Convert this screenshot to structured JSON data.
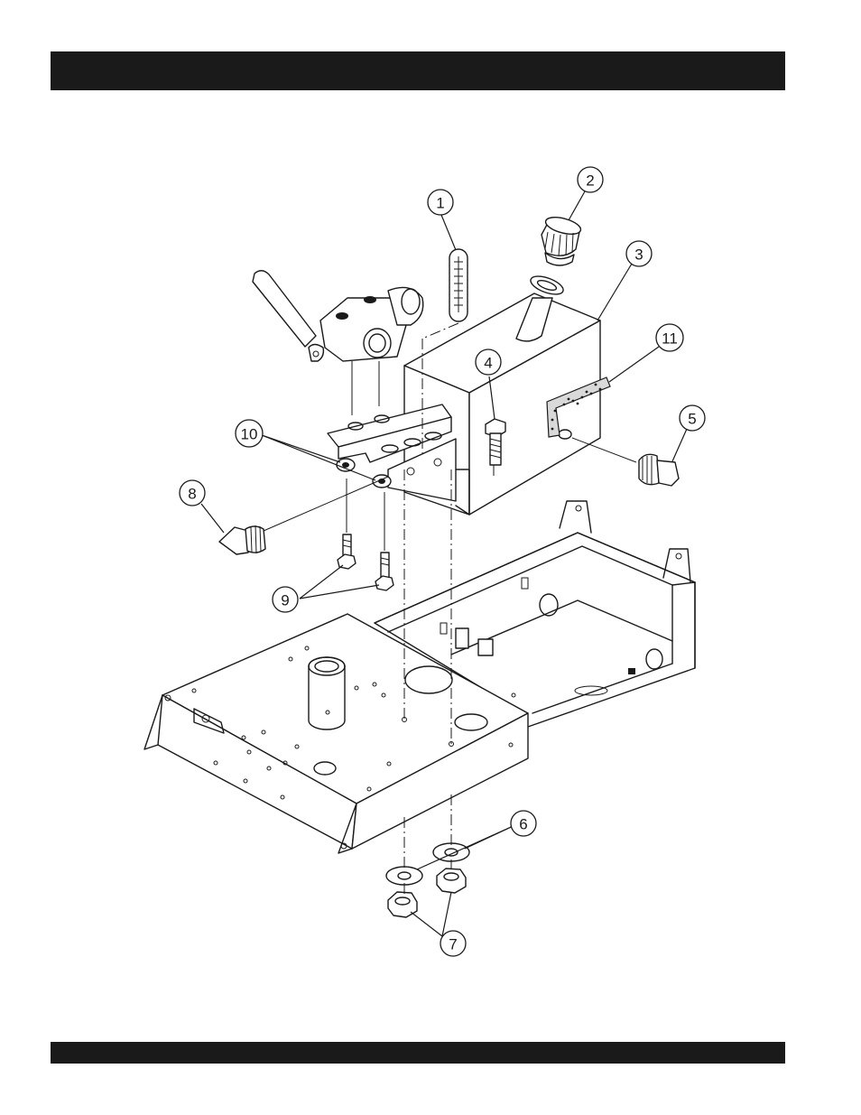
{
  "header_bar": {
    "color": "#1a1a1a"
  },
  "footer_bar": {
    "color": "#1a1a1a"
  },
  "callouts": [
    {
      "id": "callout-1",
      "label": "1"
    },
    {
      "id": "callout-2",
      "label": "2"
    },
    {
      "id": "callout-3",
      "label": "3"
    },
    {
      "id": "callout-4",
      "label": "4"
    },
    {
      "id": "callout-5",
      "label": "5"
    },
    {
      "id": "callout-6",
      "label": "6"
    },
    {
      "id": "callout-7",
      "label": "7"
    },
    {
      "id": "callout-8",
      "label": "8"
    },
    {
      "id": "callout-9",
      "label": "9"
    },
    {
      "id": "callout-10",
      "label": "10"
    },
    {
      "id": "callout-11",
      "label": "11"
    }
  ]
}
